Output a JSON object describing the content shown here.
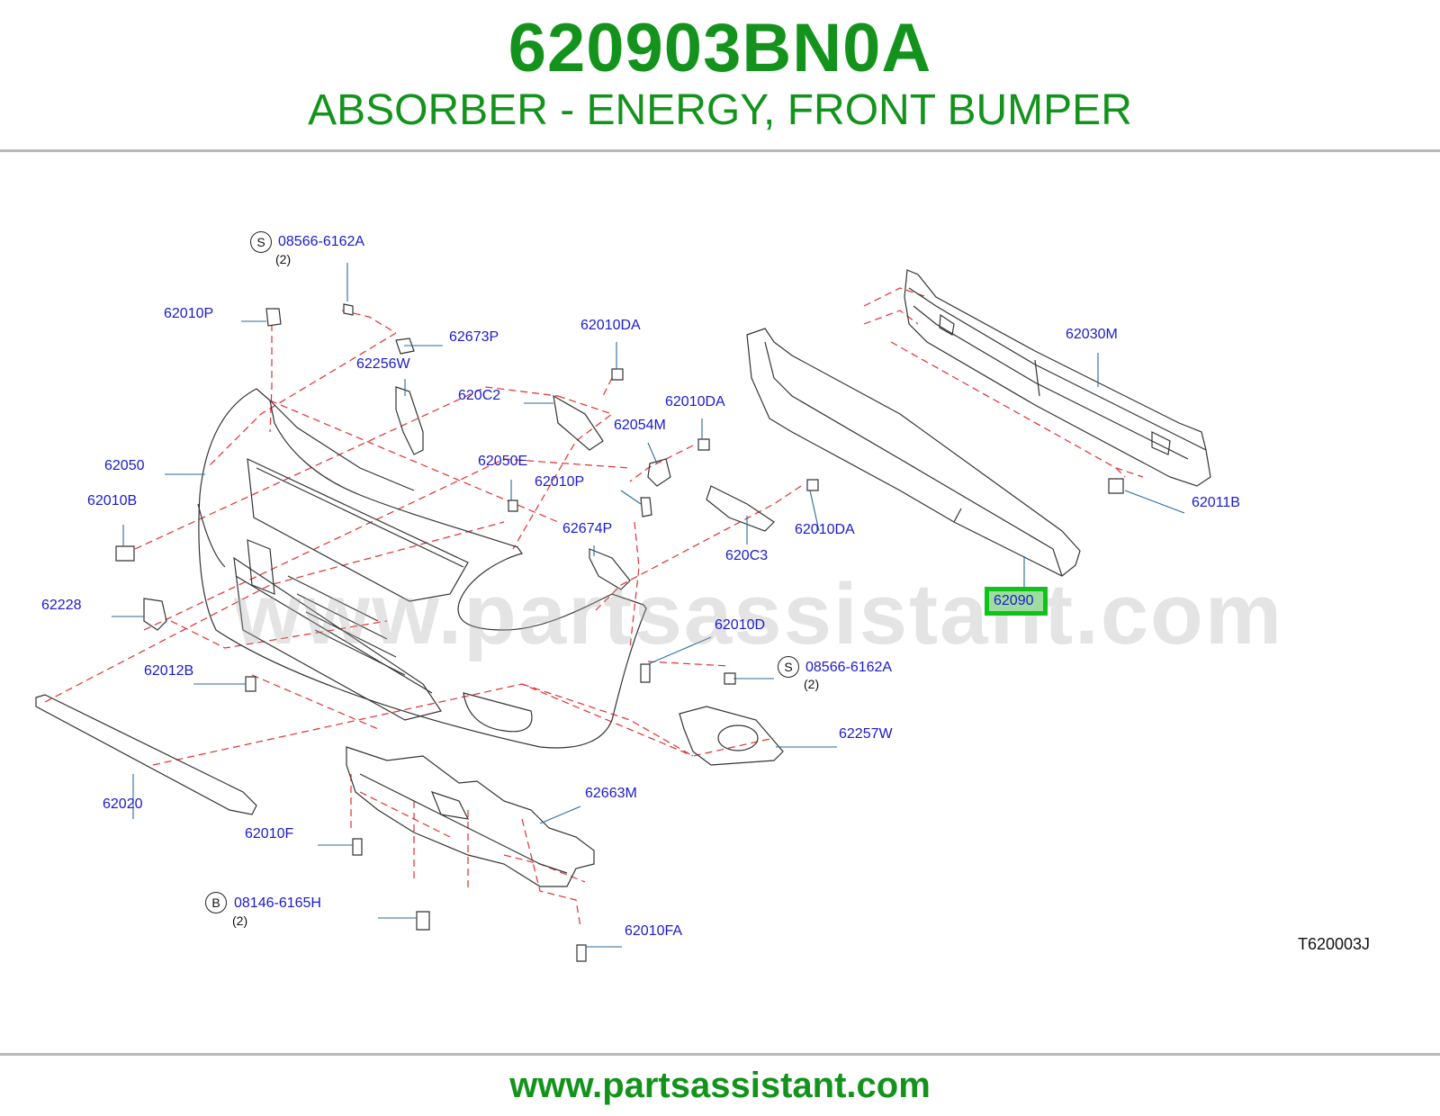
{
  "header": {
    "part_number": "620903BN0A",
    "description": "ABSORBER - ENERGY, FRONT BUMPER"
  },
  "footer": {
    "url": "www.partsassistant.com"
  },
  "colors": {
    "accent": "#13931c",
    "label": "#1a1ad0",
    "highlight_border": "#10c21a",
    "highlight_fill": "#9fdc9f",
    "dash": "#e03030",
    "rule": "#b9b9b9"
  },
  "diagram": {
    "watermark": "www.partsassistant.com",
    "code": "T620003J",
    "labels": {
      "l1": "08566-6162A",
      "l2": "62010P",
      "l3": "62673P",
      "l4": "62256W",
      "l5": "62010DA",
      "l6": "620C2",
      "l7": "62010DA",
      "l8": "62054M",
      "l9": "62030M",
      "l10": "62050",
      "l11": "62010B",
      "l12": "62050E",
      "l13": "62010P",
      "l14": "62674P",
      "l15": "620C3",
      "l16": "62010DA",
      "l17": "62011B",
      "l18": "62090",
      "l19": "62228",
      "l20": "62010D",
      "l21": "08566-6162A",
      "l22": "62012B",
      "l23": "62257W",
      "l24": "62663M",
      "l25": "62020",
      "l26": "62010F",
      "l27": "08146-6165H",
      "l28": "62010FA"
    },
    "quantities": {
      "q1": "(2)",
      "q2": "(2)",
      "q3": "(2)"
    },
    "circle_letters": {
      "c1": "S",
      "c2": "S",
      "c3": "B"
    },
    "highlighted_part": "62090"
  }
}
